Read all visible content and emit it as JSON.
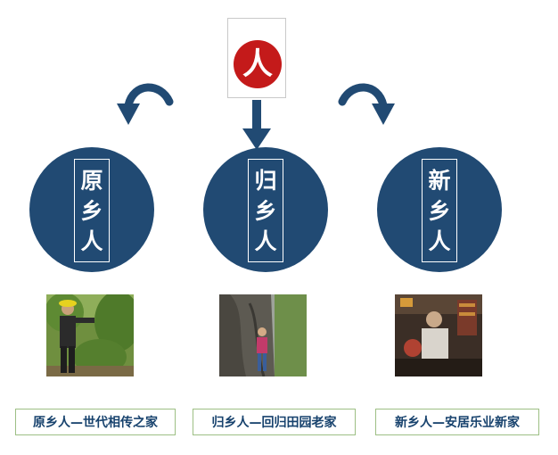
{
  "top": {
    "symbol": "人"
  },
  "colors": {
    "circle": "#214a73",
    "emblem_red": "#c41a1a",
    "caption_text": "#17426d",
    "caption_border": "#9dbf84"
  },
  "groups": [
    {
      "chars": [
        "原",
        "乡",
        "人"
      ],
      "caption": "原乡人—世代相传之家"
    },
    {
      "chars": [
        "归",
        "乡",
        "人"
      ],
      "caption": "归乡人—回归田园老家"
    },
    {
      "chars": [
        "新",
        "乡",
        "人"
      ],
      "caption": "新乡人—安居乐业新家"
    }
  ]
}
